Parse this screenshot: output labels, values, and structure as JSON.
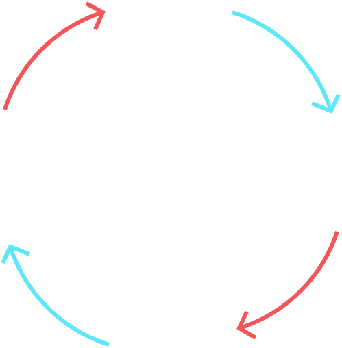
{
  "diagram": {
    "type": "cycle-arrows",
    "colors": {
      "red": "#f25658",
      "cyan": "#5ee7f5"
    },
    "arrows": [
      {
        "id": "top-left",
        "color": "red",
        "direction": "clockwise"
      },
      {
        "id": "top-right",
        "color": "cyan",
        "direction": "clockwise"
      },
      {
        "id": "bottom-right",
        "color": "red",
        "direction": "clockwise"
      },
      {
        "id": "bottom-left",
        "color": "cyan",
        "direction": "clockwise"
      }
    ]
  }
}
